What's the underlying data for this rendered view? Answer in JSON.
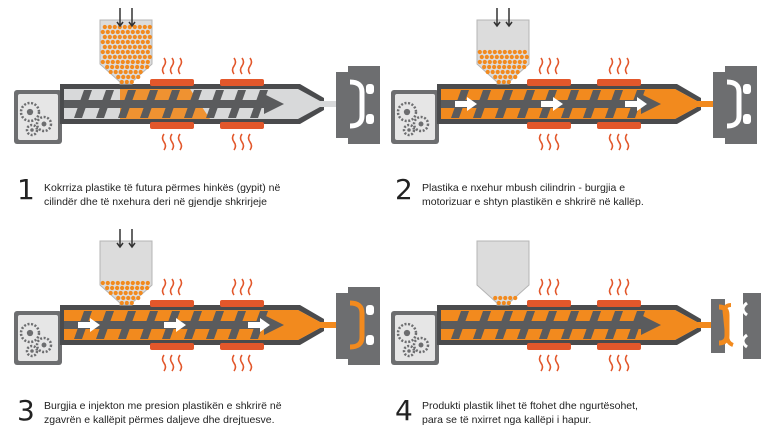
{
  "steps": [
    {
      "number": "1",
      "lines": [
        "Kokrriza plastike të futura përmes hinkës (gypit) në",
        "cilindër dhe të nxehura deri në gjendje shkrirjeje"
      ],
      "hopper_fill": "full",
      "arrows_in_hopper": true,
      "melt": "partial",
      "flow_arrows": false,
      "mold": "closed-empty"
    },
    {
      "number": "2",
      "lines": [
        "Plastika e nxehur mbush cilindrin - burgjia e",
        "motorizuar e shtyn plastikën e shkrirë në kallëp."
      ],
      "hopper_fill": "half",
      "arrows_in_hopper": true,
      "melt": "full",
      "flow_arrows": true,
      "mold": "closed-empty"
    },
    {
      "number": "3",
      "lines": [
        "Burgjia e injekton me presion plastikën e shkrirë në",
        "zgavrën e kallëpit përmes daljeve dhe drejtuesve."
      ],
      "hopper_fill": "low",
      "arrows_in_hopper": true,
      "melt": "full",
      "flow_arrows": true,
      "mold": "closed-filled"
    },
    {
      "number": "4",
      "lines": [
        "Produkti plastik lihet të ftohet dhe ngurtësohet,",
        "para se të nxirret nga kallëpi i hapur."
      ],
      "hopper_fill": "trace",
      "arrows_in_hopper": false,
      "melt": "full",
      "flow_arrows": false,
      "mold": "open-part"
    }
  ],
  "colors": {
    "orange": "#f28a1e",
    "orange_dark": "#d9651a",
    "heater": "#e2572b",
    "steel": "#6d6e70",
    "steel_dark": "#4a4b4d",
    "barrel": "#d8d9da",
    "hopper": "#dcdcdc",
    "screw": "#5a5b5d",
    "background": "#ffffff"
  }
}
